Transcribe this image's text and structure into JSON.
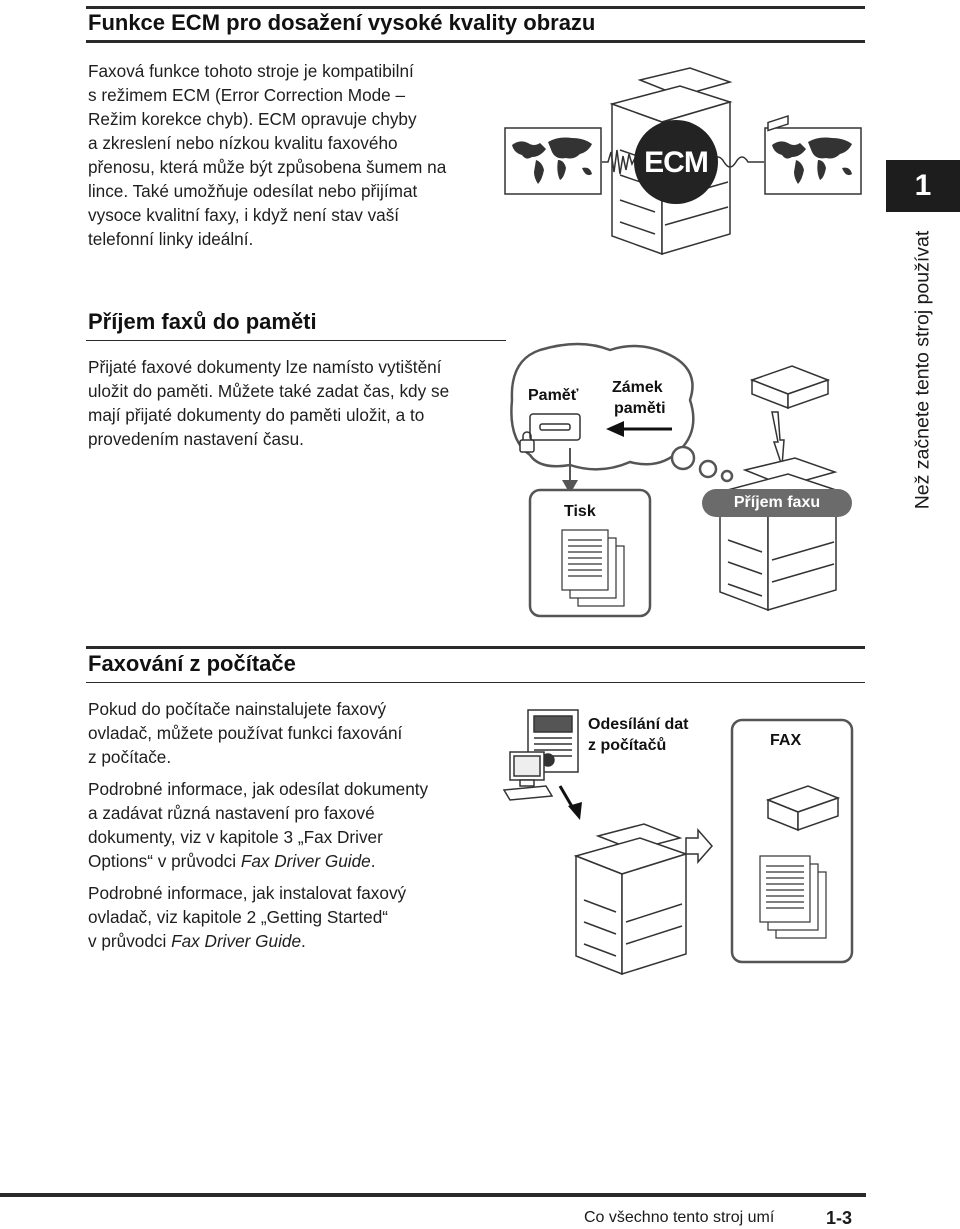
{
  "section1": {
    "title": "Funkce ECM pro dosažení vysoké kvality obrazu",
    "lines": [
      "Faxová funkce tohoto stroje je kompatibilní",
      "s režimem ECM (Error Correction Mode –",
      "Režim korekce chyb). ECM opravuje chyby",
      "a zkreslení nebo nízkou kvalitu faxového",
      "přenosu, která může být způsobena šumem na",
      "lince. Také umožňuje odesílat nebo přijímat",
      "vysoce kvalitní faxy, i když není stav vaší",
      "telefonní linky ideální."
    ],
    "ecm_label": "ECM"
  },
  "section2": {
    "title": "Příjem faxů do paměti",
    "lines": [
      "Přijaté faxové dokumenty lze namísto vytištění",
      "uložit do paměti. Můžete také zadat čas, kdy se",
      "mají přijaté dokumenty do paměti uložit, a to",
      "provedením nastavení času."
    ],
    "memory_label": "Paměť",
    "lock_label_1": "Zámek",
    "lock_label_2": "paměti",
    "print_label": "Tisk",
    "receive_label": "Příjem faxu"
  },
  "section3": {
    "title": "Faxování z počítače",
    "para1": [
      "Pokud do počítače nainstalujete faxový",
      "ovladač, můžete používat funkci faxování",
      "z počítače."
    ],
    "para2_a": "Podrobné informace, jak odesílat dokumenty",
    "para2_b": "a zadávat různá nastavení pro faxové",
    "para2_c": "dokumenty, viz v kapitole 3 „Fax Driver",
    "para2_d_pre": "Options“ v průvodci ",
    "para2_d_italic": "Fax Driver Guide",
    "para2_d_post": ".",
    "para3_a": "Podrobné informace, jak instalovat faxový",
    "para3_b": "ovladač, viz kapitole 2 „Getting Started“",
    "para3_c_pre": "v průvodci ",
    "para3_c_italic": "Fax Driver Guide",
    "para3_c_post": ".",
    "send_label_1": "Odesílání dat",
    "send_label_2": "z počítačů",
    "fax_label": "FAX"
  },
  "side": {
    "chapter_number": "1",
    "chapter_title": "Než začnete tento stroj používat"
  },
  "footer": {
    "text": "Co všechno tento stroj umí",
    "page": "1-3"
  }
}
